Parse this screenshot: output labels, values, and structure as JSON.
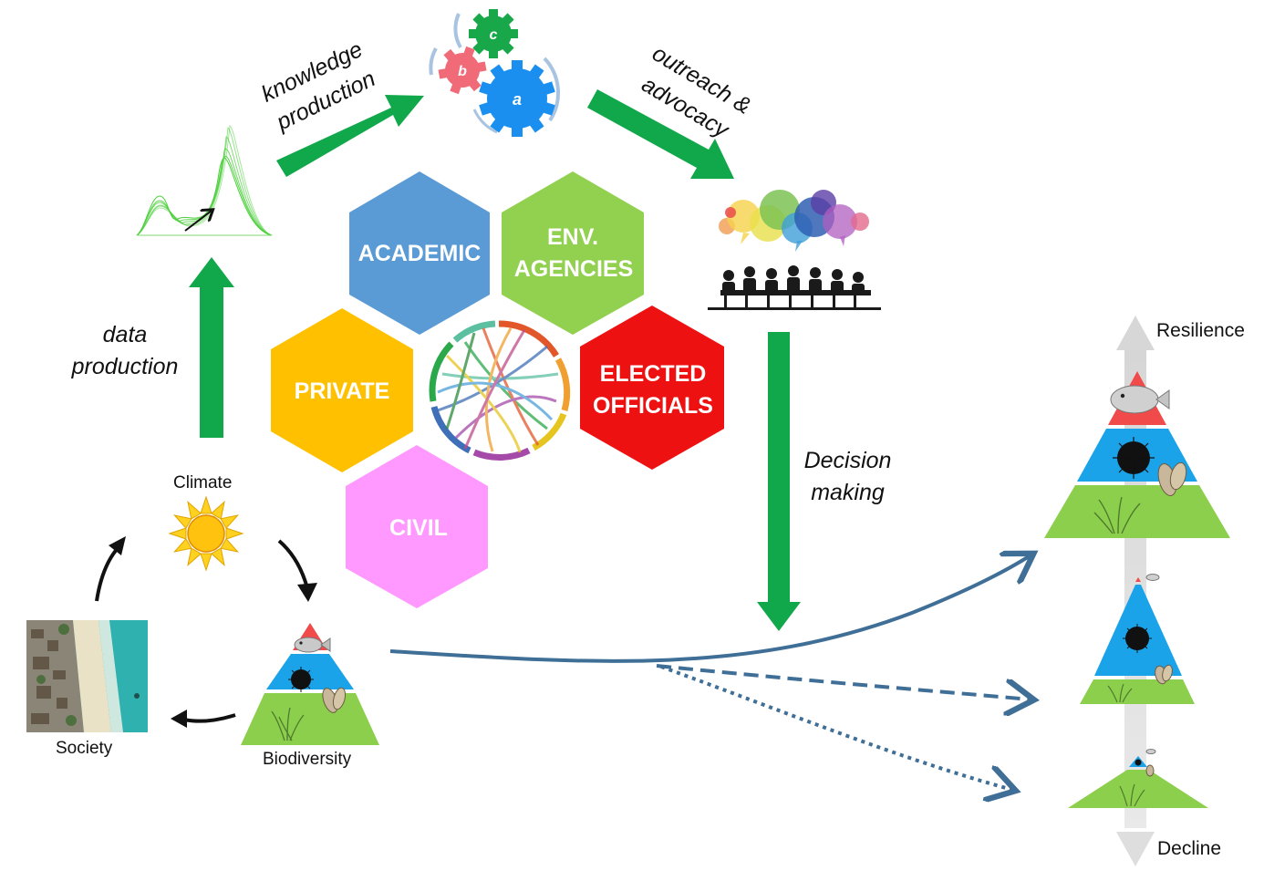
{
  "flow_labels": {
    "knowledge_line1": "knowledge",
    "knowledge_line2": "production",
    "outreach_line1": "outreach &",
    "outreach_line2": "advocacy",
    "data_line1": "data",
    "data_line2": "production",
    "decision_line1": "Decision",
    "decision_line2": "making"
  },
  "gears": {
    "a": "a",
    "b": "b",
    "c": "c"
  },
  "sectors": {
    "academic": "ACADEMIC",
    "env_line1": "ENV.",
    "env_line2": "AGENCIES",
    "private": "PRIVATE",
    "elected_line1": "ELECTED",
    "elected_line2": "OFFICIALS",
    "civil": "CIVIL"
  },
  "cycle_labels": {
    "climate": "Climate",
    "society": "Society",
    "biodiversity": "Biodiversity"
  },
  "scale_labels": {
    "resilience": "Resilience",
    "decline": "Decline"
  },
  "colors": {
    "arrow_green": "#10a84a",
    "academic": "#5b9bd5",
    "env_agencies": "#92d050",
    "private": "#ffc000",
    "elected": "#ee1111",
    "civil": "#ff99ff",
    "trajectory": "#3f6e96",
    "pyramid_red": "#f04a4a",
    "pyramid_blue": "#1aa3e8",
    "pyramid_green": "#8ccf4d"
  }
}
